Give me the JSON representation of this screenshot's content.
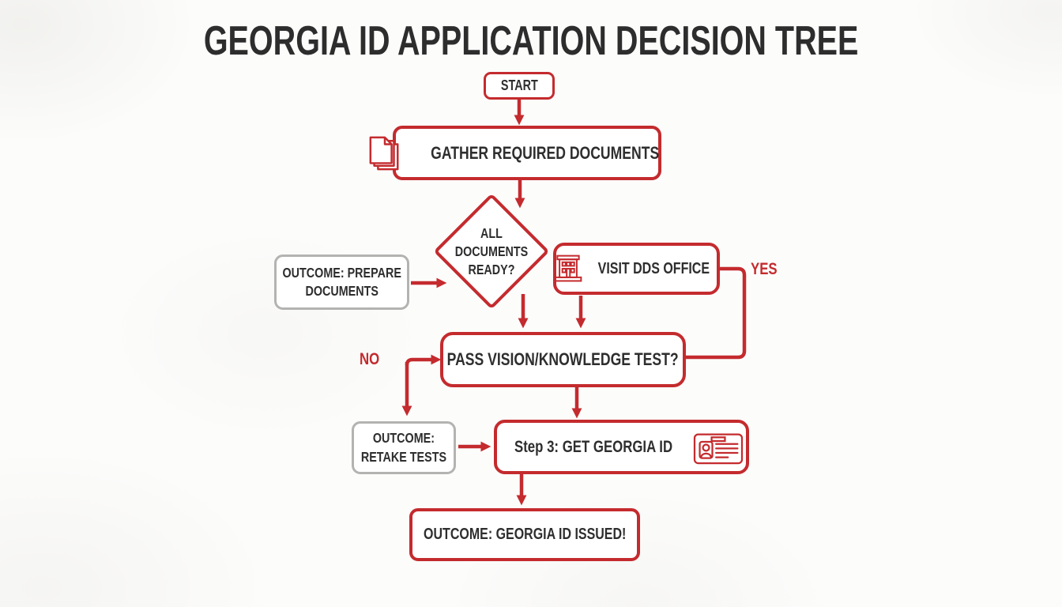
{
  "title": "GEORGIA ID APPLICATION DECISION TREE",
  "colors": {
    "accent_red": "#c42b2e",
    "outcome_gray_border": "#b3b3b1",
    "text_dark": "#2e2e2e",
    "background": "#fcfcfb"
  },
  "edge_labels": {
    "yes": "YES",
    "no": "NO"
  },
  "nodes": {
    "start": {
      "label": "START"
    },
    "gather_documents": {
      "label": "GATHER REQUIRED DOCUMENTS",
      "icon": "documents-icon"
    },
    "documents_ready_decision": {
      "line1": "ALL",
      "line2": "DOCUMENTS",
      "line3": "READY?"
    },
    "outcome_prepare_documents": {
      "line1": "OUTCOME: PREPARE",
      "line2": "DOCUMENTS"
    },
    "visit_dds_office": {
      "label": "VISIT DDS OFFICE",
      "icon": "building-icon"
    },
    "pass_test_decision": {
      "label": "PASS VISION/KNOWLEDGE TEST?"
    },
    "outcome_retake_tests": {
      "line1": "OUTCOME:",
      "line2": "RETAKE TESTS"
    },
    "get_georgia_id": {
      "label": "Step 3: GET GEORGIA ID",
      "icon": "id-card-icon"
    },
    "outcome_id_issued": {
      "label": "OUTCOME: GEORGIA ID ISSUED!"
    }
  }
}
